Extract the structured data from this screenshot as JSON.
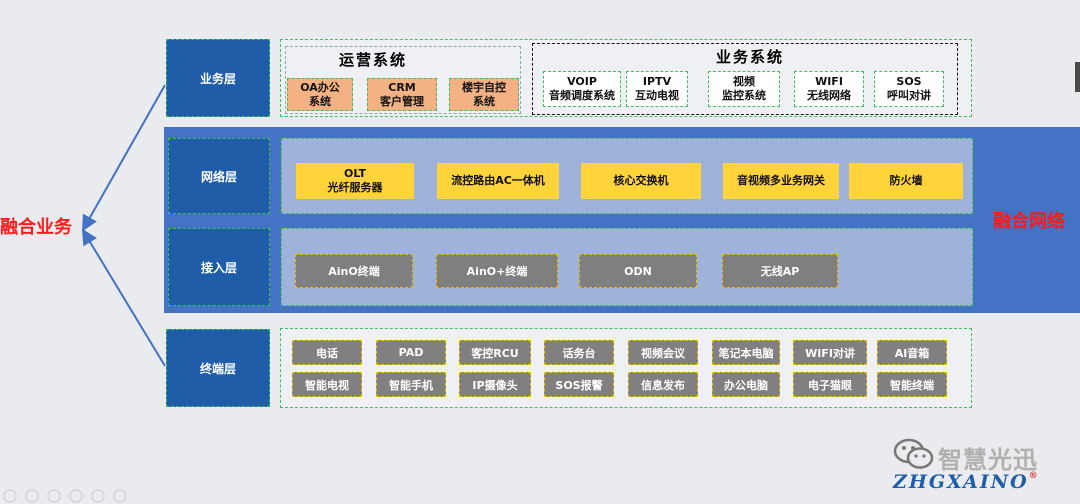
{
  "left_title": "融合业务",
  "right_title": "融合网络",
  "layers": {
    "business": "业务层",
    "network": "网络层",
    "access": "接入层",
    "terminal": "终端层"
  },
  "ops_system": {
    "title": "运营系统",
    "items": [
      {
        "line1": "OA办公",
        "line2": "系统"
      },
      {
        "line1": "CRM",
        "line2": "客户管理"
      },
      {
        "line1": "楼宇自控",
        "line2": "系统"
      }
    ]
  },
  "business_system": {
    "title": "业务系统",
    "items": [
      {
        "line1": "VOIP",
        "line2": "音频调度系统"
      },
      {
        "line1": "IPTV",
        "line2": "互动电视"
      },
      {
        "line1": "视频",
        "line2": "监控系统"
      },
      {
        "line1": "WIFI",
        "line2": "无线网络"
      },
      {
        "line1": "SOS",
        "line2": "呼叫对讲"
      }
    ]
  },
  "network_items": [
    {
      "line1": "OLT",
      "line2": "光纤服务器"
    },
    {
      "line1": "流控路由AC一体机",
      "line2": ""
    },
    {
      "line1": "核心交换机",
      "line2": ""
    },
    {
      "line1": "音视频多业务网关",
      "line2": ""
    },
    {
      "line1": "防火墙",
      "line2": ""
    }
  ],
  "access_items": [
    "AinO终端",
    "AinO+终端",
    "ODN",
    "无线AP"
  ],
  "terminal_rows": [
    [
      "电话",
      "PAD",
      "客控RCU",
      "话务台",
      "视频会议",
      "笔记本电脑",
      "WIFI对讲",
      "AI音箱"
    ],
    [
      "智能电视",
      "智能手机",
      "IP摄像头",
      "SOS报警",
      "信息发布",
      "办公电脑",
      "电子猫眼",
      "智能终端"
    ]
  ],
  "watermark": {
    "name": "智慧光迅",
    "brand": "ZHGXAINO",
    "reg": "®"
  },
  "colors": {
    "layer_blue": "#1f5da8",
    "band_blue": "#4472c4",
    "inner_light": "#9fb3da",
    "accent_red": "#ff1a1a",
    "yellow": "#ffd33a",
    "ops_orange": "#f4b183",
    "dash_green": "#3cc060"
  }
}
